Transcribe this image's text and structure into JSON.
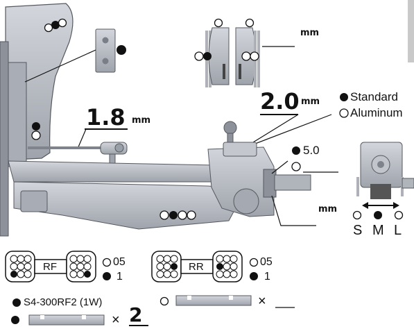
{
  "colors": {
    "part_fill": "#b9bcc3",
    "part_stroke": "#55585f",
    "dark": "#111111",
    "bg": "#ffffff"
  },
  "labels": {
    "shim_unit": "mm",
    "standard": "Standard",
    "aluminum": "Aluminum",
    "measure_top": "2.0",
    "measure_top_unit": "mm",
    "measure_left": "1.8",
    "measure_left_unit": "mm",
    "spacer_value": "5.0",
    "hub_unit": "mm",
    "size_s": "S",
    "size_m": "M",
    "size_l": "L"
  },
  "shims": {
    "rf_label": "RF",
    "rr_label": "RR",
    "opt1": "05",
    "opt2": "1",
    "rr_opt1": "05",
    "rr_opt2": "1"
  },
  "parts": {
    "part_number": "S4-300RF2 (1W)",
    "times_symbol": "×",
    "qty": "2"
  },
  "icons": [
    "open-circle-icon",
    "filled-circle-icon",
    "arrow-double-icon"
  ]
}
